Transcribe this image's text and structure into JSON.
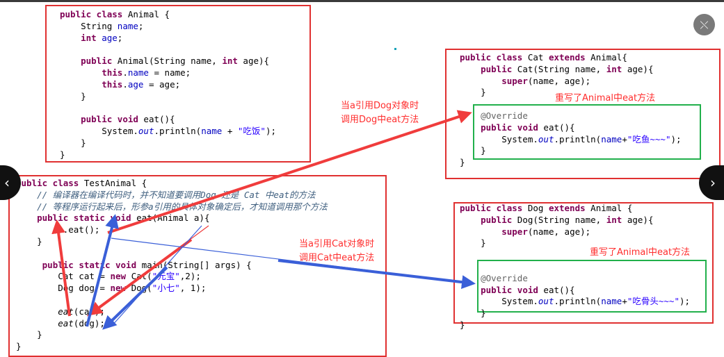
{
  "animal_box": {
    "lines": [
      [
        {
          "t": "public class ",
          "c": "kw"
        },
        {
          "t": "Animal {"
        }
      ],
      [
        {
          "t": "    String "
        },
        {
          "t": "name",
          "c": "fld"
        },
        {
          "t": ";"
        }
      ],
      [
        {
          "t": "    "
        },
        {
          "t": "int ",
          "c": "kw"
        },
        {
          "t": "age",
          "c": "fld"
        },
        {
          "t": ";"
        }
      ],
      [
        {
          "t": ""
        }
      ],
      [
        {
          "t": "    "
        },
        {
          "t": "public ",
          "c": "kw"
        },
        {
          "t": "Animal(String name, "
        },
        {
          "t": "int ",
          "c": "kw"
        },
        {
          "t": "age){"
        }
      ],
      [
        {
          "t": "        "
        },
        {
          "t": "this",
          "c": "kw"
        },
        {
          "t": "."
        },
        {
          "t": "name",
          "c": "fld"
        },
        {
          "t": " = name;"
        }
      ],
      [
        {
          "t": "        "
        },
        {
          "t": "this",
          "c": "kw"
        },
        {
          "t": "."
        },
        {
          "t": "age",
          "c": "fld"
        },
        {
          "t": " = age;"
        }
      ],
      [
        {
          "t": "    }"
        }
      ],
      [
        {
          "t": ""
        }
      ],
      [
        {
          "t": "    "
        },
        {
          "t": "public void ",
          "c": "kw"
        },
        {
          "t": "eat(){"
        }
      ],
      [
        {
          "t": "        System."
        },
        {
          "t": "out",
          "c": "st"
        },
        {
          "t": ".println("
        },
        {
          "t": "name",
          "c": "fld"
        },
        {
          "t": " + "
        },
        {
          "t": "\"吃饭\"",
          "c": "str"
        },
        {
          "t": ");"
        }
      ],
      [
        {
          "t": "    }"
        }
      ],
      [
        {
          "t": "}"
        }
      ]
    ]
  },
  "test_box": {
    "lines": [
      [
        {
          "t": "public class ",
          "c": "kw"
        },
        {
          "t": "TestAnimal {"
        }
      ],
      [
        {
          "t": "    "
        },
        {
          "t": "// 编译器在编译代码时，并不知道要调用Dog 还是 Cat 中eat的方法",
          "c": "cm"
        }
      ],
      [
        {
          "t": "    "
        },
        {
          "t": "// 等程序运行起来后，形参a引用的具体对象确定后，才知道调用那个方法",
          "c": "cm"
        }
      ],
      [
        {
          "t": "    "
        },
        {
          "t": "public static void ",
          "c": "kw"
        },
        {
          "t": "eat(Animal a){"
        }
      ],
      [
        {
          "t": "        a.eat();"
        }
      ],
      [
        {
          "t": "    }"
        }
      ],
      [
        {
          "t": ""
        }
      ],
      [
        {
          "t": "     "
        },
        {
          "t": "public static void ",
          "c": "kw"
        },
        {
          "t": "main(String[] args) {"
        }
      ],
      [
        {
          "t": "        Cat cat = "
        },
        {
          "t": "new ",
          "c": "kw"
        },
        {
          "t": "Cat("
        },
        {
          "t": "\"元宝\"",
          "c": "str"
        },
        {
          "t": ",2);"
        }
      ],
      [
        {
          "t": "        Dog dog = "
        },
        {
          "t": "new ",
          "c": "kw"
        },
        {
          "t": "Dog("
        },
        {
          "t": "\"小七\"",
          "c": "str"
        },
        {
          "t": ", 1);"
        }
      ],
      [
        {
          "t": ""
        }
      ],
      [
        {
          "t": "        "
        },
        {
          "t": "eat",
          "c": "mi"
        },
        {
          "t": "(cat);"
        }
      ],
      [
        {
          "t": "        "
        },
        {
          "t": "eat",
          "c": "mi"
        },
        {
          "t": "(dog);"
        }
      ],
      [
        {
          "t": "    }"
        }
      ],
      [
        {
          "t": "}"
        }
      ]
    ]
  },
  "cat_box": {
    "lines": [
      [
        {
          "t": "public class ",
          "c": "kw"
        },
        {
          "t": "Cat "
        },
        {
          "t": "extends ",
          "c": "kw"
        },
        {
          "t": "Animal{"
        }
      ],
      [
        {
          "t": "    "
        },
        {
          "t": "public ",
          "c": "kw"
        },
        {
          "t": "Cat(String name, "
        },
        {
          "t": "int ",
          "c": "kw"
        },
        {
          "t": "age){"
        }
      ],
      [
        {
          "t": "        "
        },
        {
          "t": "super",
          "c": "kw"
        },
        {
          "t": "(name, age);"
        }
      ],
      [
        {
          "t": "    }"
        }
      ],
      [
        {
          "t": ""
        }
      ],
      [
        {
          "t": "    "
        },
        {
          "t": "@Override",
          "c": "an"
        }
      ],
      [
        {
          "t": "    "
        },
        {
          "t": "public void ",
          "c": "kw"
        },
        {
          "t": "eat(){"
        }
      ],
      [
        {
          "t": "        System."
        },
        {
          "t": "out",
          "c": "st"
        },
        {
          "t": ".println("
        },
        {
          "t": "name",
          "c": "fld"
        },
        {
          "t": "+"
        },
        {
          "t": "\"吃鱼~~~\"",
          "c": "str"
        },
        {
          "t": ");"
        }
      ],
      [
        {
          "t": "    }"
        }
      ],
      [
        {
          "t": "}"
        }
      ]
    ]
  },
  "dog_box": {
    "lines": [
      [
        {
          "t": "public class ",
          "c": "kw"
        },
        {
          "t": "Dog "
        },
        {
          "t": "extends ",
          "c": "kw"
        },
        {
          "t": "Animal {"
        }
      ],
      [
        {
          "t": "    "
        },
        {
          "t": "public ",
          "c": "kw"
        },
        {
          "t": "Dog(String name, "
        },
        {
          "t": "int ",
          "c": "kw"
        },
        {
          "t": "age){"
        }
      ],
      [
        {
          "t": "        "
        },
        {
          "t": "super",
          "c": "kw"
        },
        {
          "t": "(name, age);"
        }
      ],
      [
        {
          "t": "    }"
        }
      ],
      [
        {
          "t": ""
        }
      ],
      [
        {
          "t": ""
        }
      ],
      [
        {
          "t": "    "
        },
        {
          "t": "@Override",
          "c": "an"
        }
      ],
      [
        {
          "t": "    "
        },
        {
          "t": "public void ",
          "c": "kw"
        },
        {
          "t": "eat(){"
        }
      ],
      [
        {
          "t": "        System."
        },
        {
          "t": "out",
          "c": "st"
        },
        {
          "t": ".println("
        },
        {
          "t": "name",
          "c": "fld"
        },
        {
          "t": "+"
        },
        {
          "t": "\"吃骨头~~~\"",
          "c": "str"
        },
        {
          "t": ");"
        }
      ],
      [
        {
          "t": "    }"
        }
      ],
      [
        {
          "t": "}"
        }
      ]
    ]
  },
  "notes": {
    "cat_override": "重写了Animal中eat方法",
    "dog_override": "重写了Animal中eat方法",
    "dog_ref_line1": "当a引用Dog对象时",
    "dog_ref_line2": "调用Dog中eat方法",
    "cat_ref_line1": "当a引用Cat对象时",
    "cat_ref_line2": "调用Cat中eat方法"
  },
  "controls": {
    "prev_glyph": "‹",
    "next_glyph": "›",
    "close_glyph": "⤬"
  },
  "colors": {
    "frame_red": "#e03030",
    "override_green": "#21b04b",
    "arrow_red": "#f03c3c",
    "arrow_blue": "#3a5fd8",
    "note_red": "#ff2d2d"
  }
}
